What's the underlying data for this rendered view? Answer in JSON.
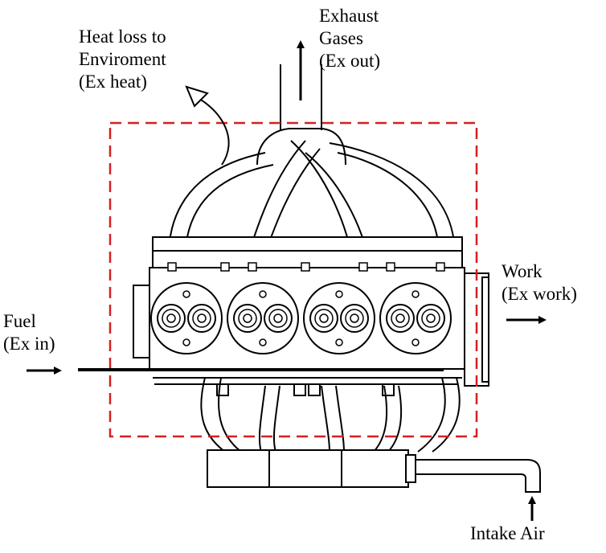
{
  "labels": {
    "exhaust": [
      "Exhaust",
      "Gases",
      "(Ex out)"
    ],
    "heat": [
      "Heat loss to",
      "Enviroment",
      "(Ex heat)"
    ],
    "work": [
      "Work",
      "(Ex work)"
    ],
    "fuel": [
      "Fuel",
      "(Ex in)"
    ],
    "intake": "Intake Air"
  },
  "colors": {
    "line": "#000000",
    "boundary": "#d42020",
    "background": "#ffffff"
  }
}
